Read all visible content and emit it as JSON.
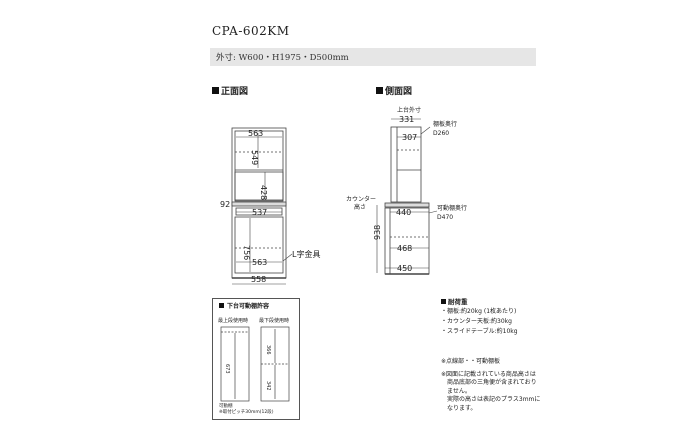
{
  "model": "CPA-602KM",
  "outer_size": "外寸: W600・H1975・D500mm",
  "front_view": {
    "heading": "正面図",
    "dims": {
      "top_width": "563",
      "upper_height": "549",
      "middle_height": "428",
      "counter_width": "537",
      "left_height": "92",
      "lower_height": "756",
      "bottom_inner_width": "563",
      "overall_width": "558"
    },
    "l_bracket_label": "L字金具"
  },
  "side_view": {
    "heading": "側面図",
    "upper_outer_label": "上台外寸",
    "upper_outer_depth": "331",
    "shelf_depth_label": "棚板奥行",
    "shelf_depth_value": "D260",
    "shelf_depth_dim": "307",
    "counter_label_1": "カウンター",
    "counter_label_2": "高さ",
    "counter_depth": "440",
    "counter_height": "938",
    "movable_shelf_label": "可動棚奥行",
    "movable_shelf_value": "D470",
    "lower_depth_1": "468",
    "lower_depth_2": "450"
  },
  "shelf_box": {
    "title": "下台可動棚許容",
    "col1": "最上段使用時",
    "col2": "最下段使用時",
    "dim1": "673",
    "dim2": "366",
    "dim3": "342",
    "foot1": "可動棚",
    "foot2": "※取付ピッチ30mm(12段)"
  },
  "load": {
    "title": "耐荷重",
    "items": [
      "・棚板:約20kg (1枚あたり)",
      "・カウンター天板:約30kg",
      "・スライドテーブル:約10kg"
    ]
  },
  "notes": [
    "※点線部・・可動棚板",
    "※図面に記載されている商品高さは",
    "　商品底部の三角便が含まれており",
    "　ません。",
    "　実際の高さは表記のプラス3mmに",
    "　なります。"
  ]
}
